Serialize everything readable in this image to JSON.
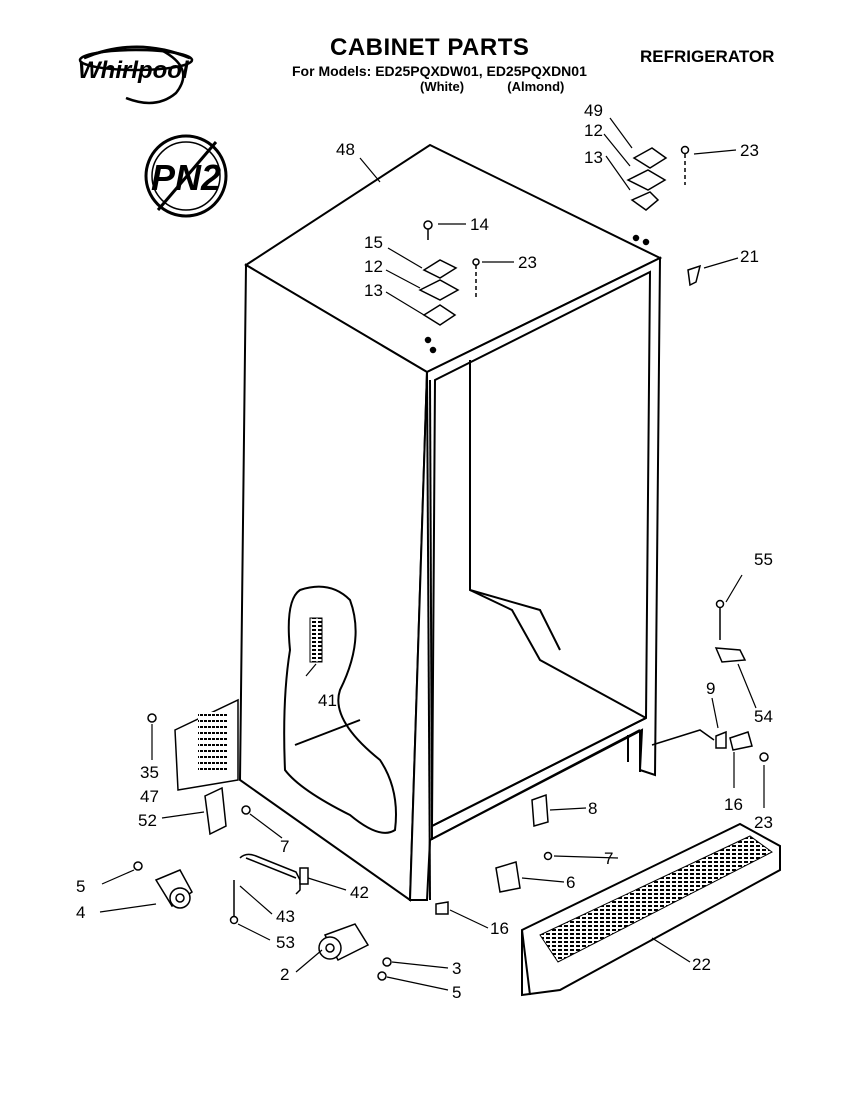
{
  "header": {
    "brand": "Whirlpool",
    "title": "CABINET PARTS",
    "models_line": "For Models: ED25PQXDW01, ED25PQXDN01",
    "variant_white": "(White)",
    "variant_almond": "(Almond)",
    "appliance": "REFRIGERATOR"
  },
  "badge": {
    "text": "PN2",
    "icon": "prohibited-circle-icon"
  },
  "callouts": [
    "48",
    "14",
    "15",
    "23",
    "12",
    "13",
    "49",
    "12",
    "13",
    "23",
    "21",
    "41",
    "55",
    "54",
    "9",
    "16",
    "23",
    "35",
    "47",
    "52",
    "7",
    "5",
    "4",
    "43",
    "42",
    "53",
    "2",
    "3",
    "5",
    "8",
    "7",
    "6",
    "16",
    "22"
  ]
}
